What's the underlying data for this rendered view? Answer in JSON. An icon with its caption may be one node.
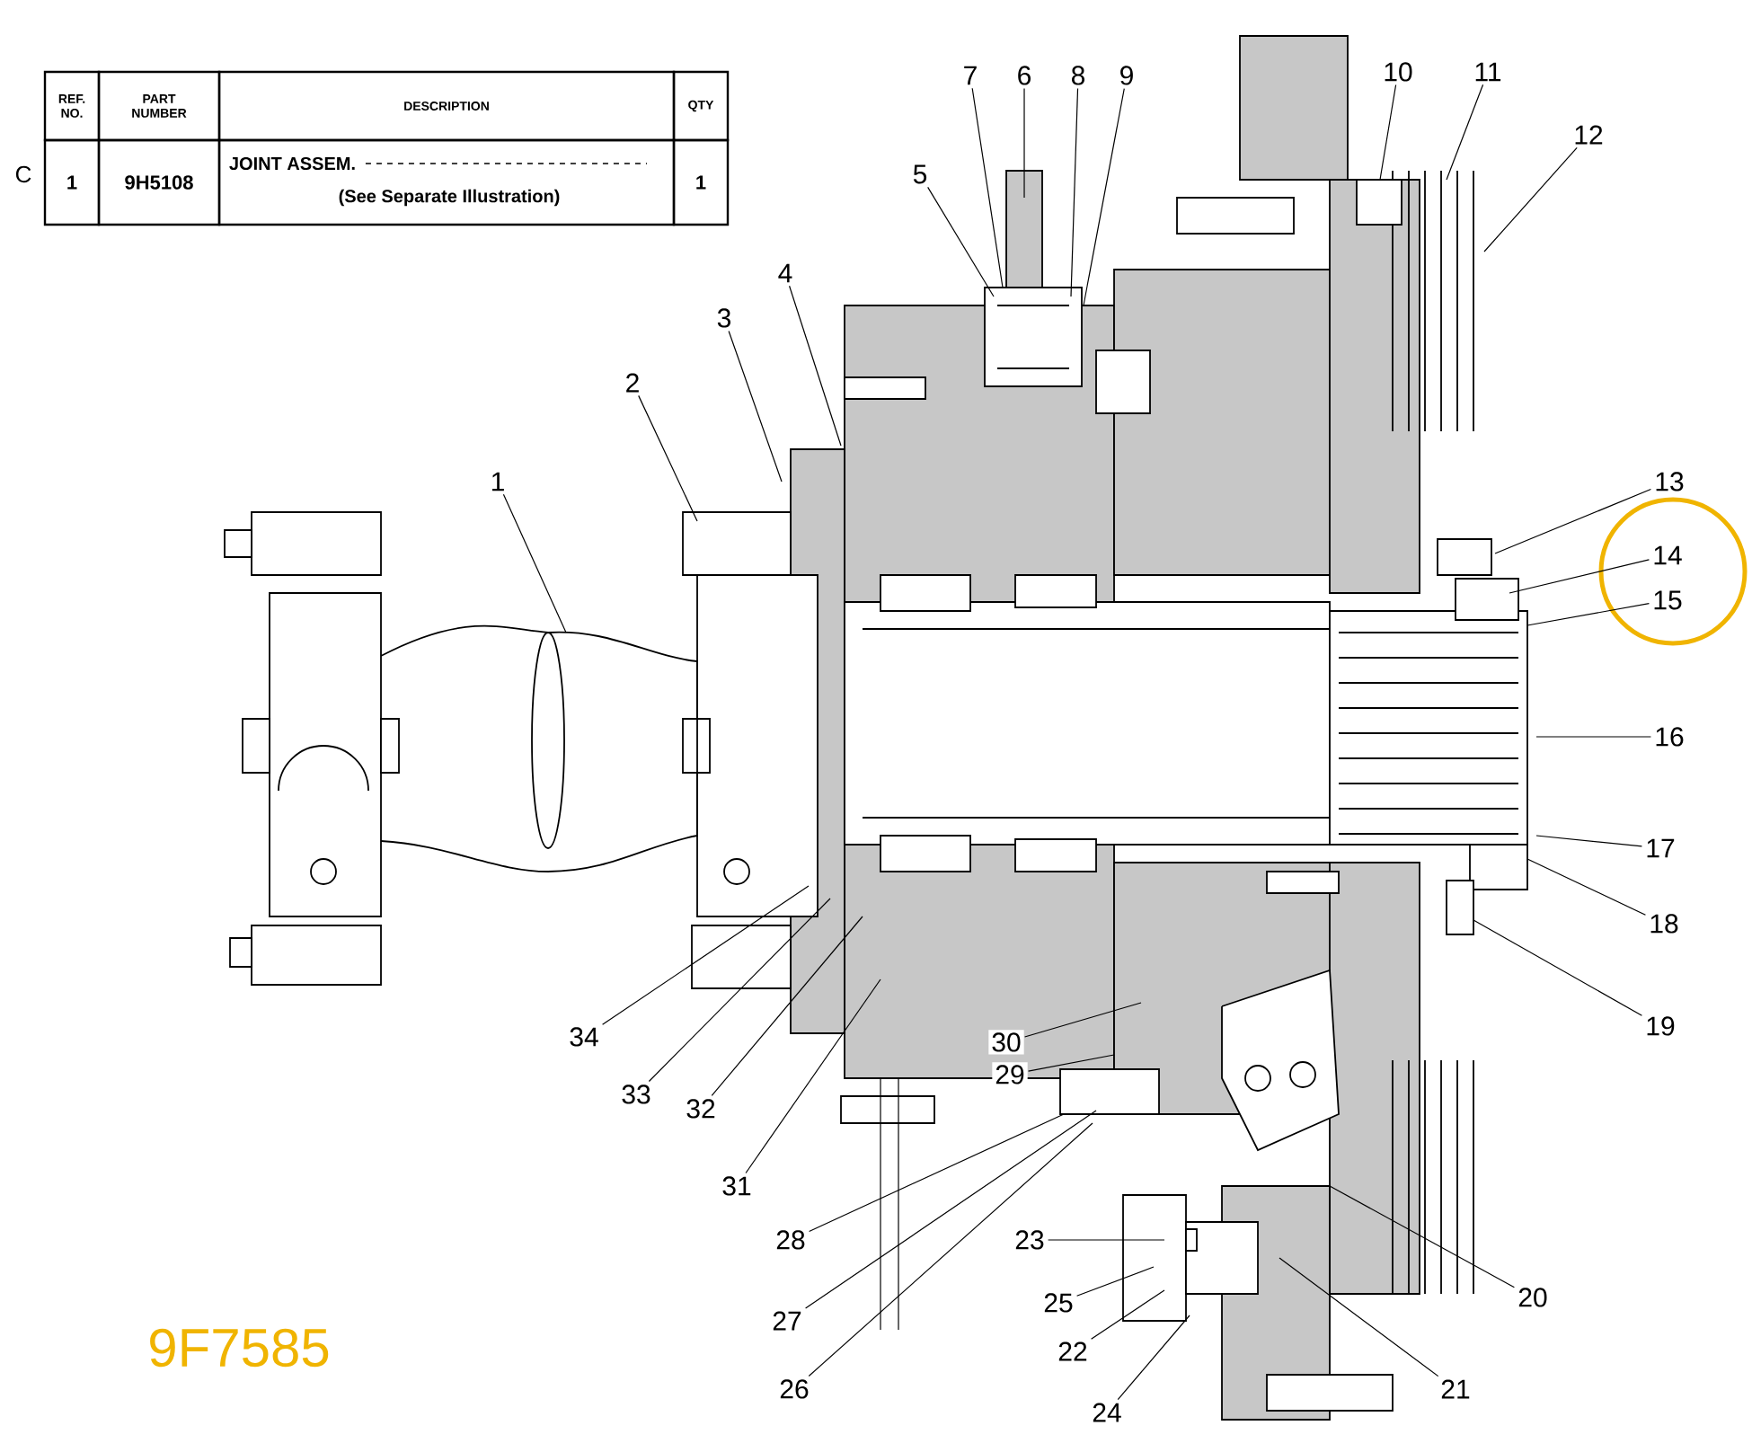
{
  "diagram": {
    "nodes": [
      {
        "text": [
          "1"
        ]
      },
      {
        "text": [
          "2"
        ]
      },
      {
        "text": [
          "3"
        ]
      },
      {
        "text": [
          "4"
        ]
      },
      {
        "text": [
          "5"
        ]
      },
      {
        "text": [
          "6"
        ]
      },
      {
        "text": [
          "7"
        ]
      },
      {
        "text": [
          "8"
        ]
      },
      {
        "text": [
          "9"
        ]
      },
      {
        "text": [
          "10"
        ]
      },
      {
        "text": [
          "11"
        ]
      },
      {
        "text": [
          "12"
        ]
      },
      {
        "text": [
          "13"
        ]
      },
      {
        "text": [
          "14"
        ]
      },
      {
        "text": [
          "15"
        ]
      },
      {
        "text": [
          "16"
        ]
      },
      {
        "text": [
          "17"
        ]
      },
      {
        "text": [
          "18"
        ]
      },
      {
        "text": [
          "19"
        ]
      },
      {
        "text": [
          "20"
        ]
      },
      {
        "text": [
          "21"
        ]
      },
      {
        "text": [
          "22"
        ]
      },
      {
        "text": [
          "23"
        ]
      },
      {
        "text": [
          "24"
        ]
      },
      {
        "text": [
          "25"
        ]
      },
      {
        "text": [
          "26"
        ]
      },
      {
        "text": [
          "27"
        ]
      },
      {
        "text": [
          "28"
        ]
      },
      {
        "text": [
          "29"
        ]
      },
      {
        "text": [
          "30"
        ]
      },
      {
        "text": [
          "31"
        ]
      },
      {
        "text": [
          "32"
        ]
      },
      {
        "text": [
          "33"
        ]
      },
      {
        "text": [
          "34"
        ]
      }
    ],
    "edges": [
      {
        "from": 0,
        "to": null,
        "arrow": "none"
      },
      {
        "from": 1,
        "to": null,
        "arrow": "none"
      },
      {
        "from": 2,
        "to": null,
        "arrow": "none"
      },
      {
        "from": 3,
        "to": null,
        "arrow": "none"
      },
      {
        "from": 4,
        "to": null,
        "arrow": "none"
      },
      {
        "from": 5,
        "to": null,
        "arrow": "none"
      },
      {
        "from": 6,
        "to": null,
        "arrow": "none"
      },
      {
        "from": 7,
        "to": null,
        "arrow": "none"
      },
      {
        "from": 8,
        "to": null,
        "arrow": "none"
      },
      {
        "from": 9,
        "to": null,
        "arrow": "none"
      },
      {
        "from": 10,
        "to": null,
        "arrow": "none"
      },
      {
        "from": 11,
        "to": null,
        "arrow": "none"
      },
      {
        "from": 12,
        "to": null,
        "arrow": "none"
      },
      {
        "from": 13,
        "to": null,
        "arrow": "none"
      },
      {
        "from": 14,
        "to": null,
        "arrow": "none"
      },
      {
        "from": 15,
        "to": null,
        "arrow": "none"
      },
      {
        "from": 16,
        "to": null,
        "arrow": "none"
      },
      {
        "from": 17,
        "to": null,
        "arrow": "none"
      },
      {
        "from": 18,
        "to": null,
        "arrow": "none"
      },
      {
        "from": 19,
        "to": null,
        "arrow": "none"
      },
      {
        "from": 20,
        "to": null,
        "arrow": "none"
      },
      {
        "from": 21,
        "to": null,
        "arrow": "none"
      },
      {
        "from": 22,
        "to": null,
        "arrow": "none"
      },
      {
        "from": 23,
        "to": null,
        "arrow": "none"
      },
      {
        "from": 24,
        "to": null,
        "arrow": "none"
      },
      {
        "from": 25,
        "to": null,
        "arrow": "none"
      },
      {
        "from": 26,
        "to": null,
        "arrow": "none"
      },
      {
        "from": 27,
        "to": null,
        "arrow": "none"
      },
      {
        "from": 28,
        "to": null,
        "arrow": "none"
      },
      {
        "from": 29,
        "to": null,
        "arrow": "none"
      },
      {
        "from": 30,
        "to": null,
        "arrow": "none"
      },
      {
        "from": 31,
        "to": null,
        "arrow": "none"
      },
      {
        "from": 32,
        "to": null,
        "arrow": "none"
      },
      {
        "from": 33,
        "to": null,
        "arrow": "none"
      }
    ],
    "labels": [
      "REF. NO.",
      "PART NUMBER",
      "DESCRIPTION",
      "QTY",
      "C",
      "1",
      "9H5108",
      "JOINT ASSEM.",
      "(See Separate Illustration)",
      "1",
      "9F7585"
    ]
  }
}
